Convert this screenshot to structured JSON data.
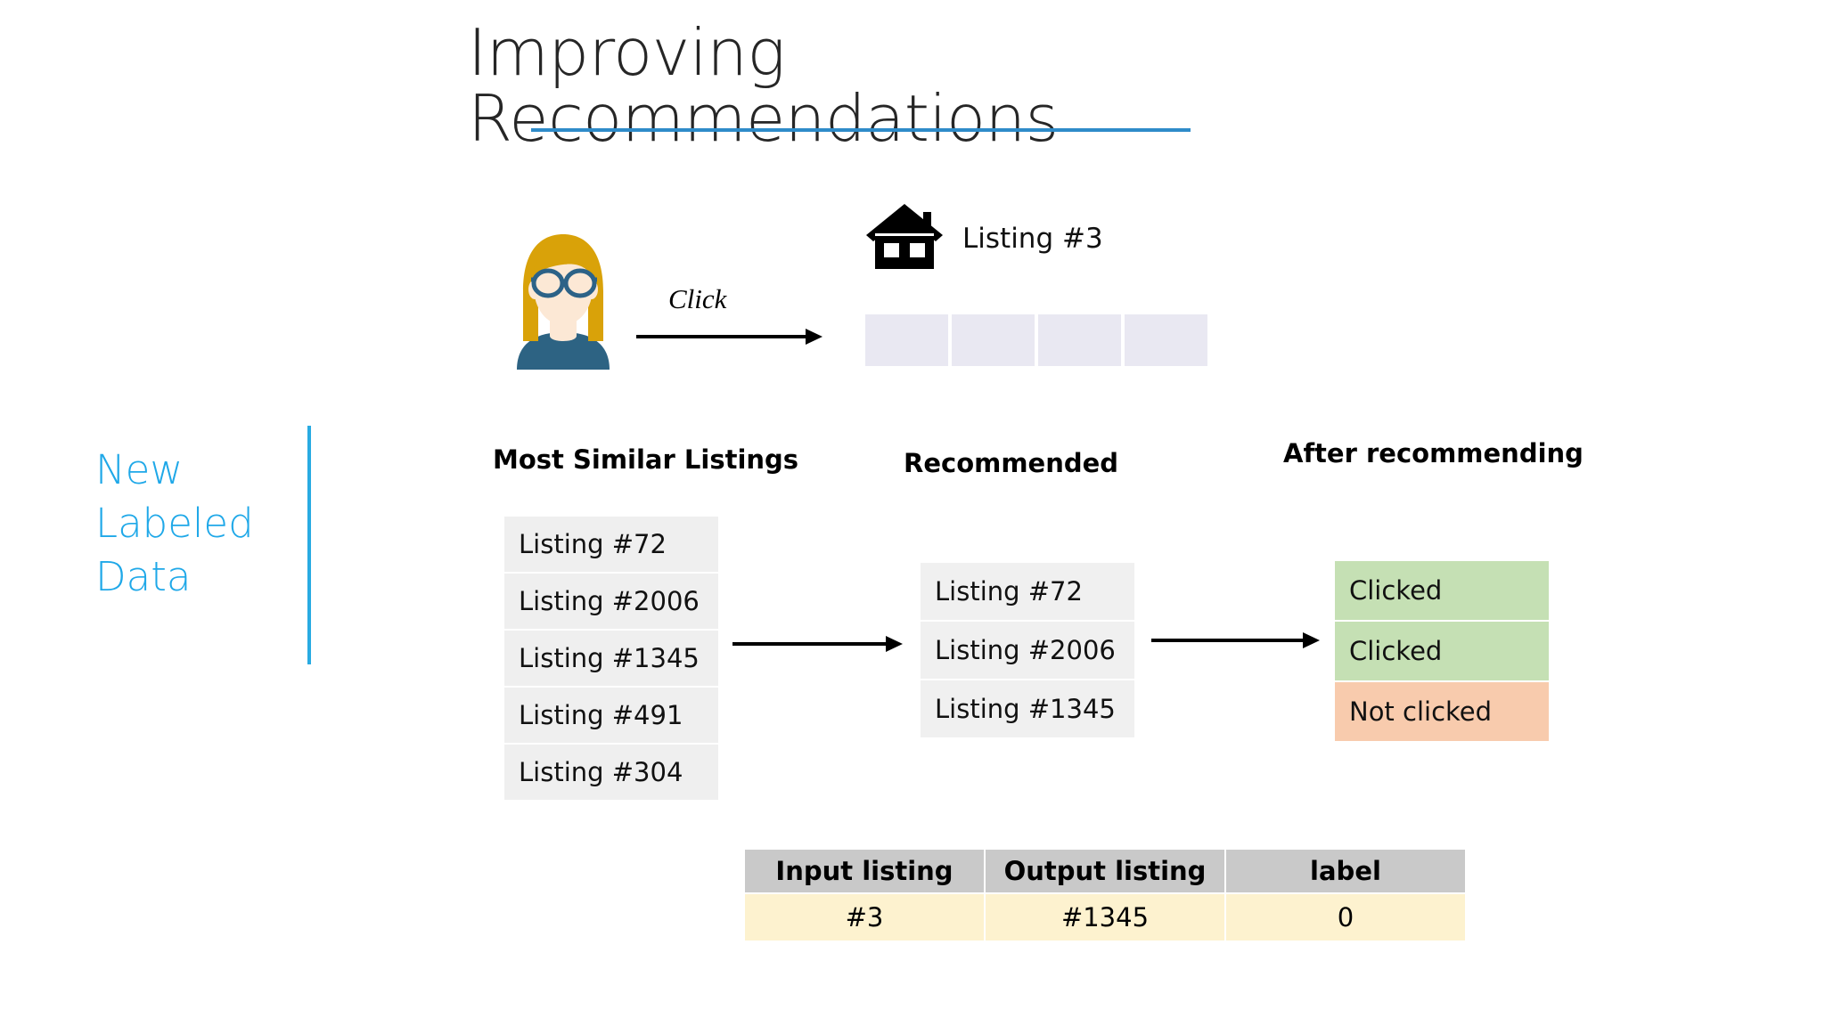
{
  "slide": {
    "title_lines": [
      "Improving",
      "Recommendations"
    ],
    "accent_blue": "#2e8bc9",
    "side_label": "New Labeled Data",
    "side_label_color": "#1fa8e8"
  },
  "scenario": {
    "click_label": "Click",
    "house_icon": "house-icon",
    "listing_label": "Listing #3",
    "empty_cells": [
      "",
      "",
      "",
      ""
    ],
    "avatar": {
      "icon": "user-avatar-woman",
      "hair_color": "#d9a209",
      "skin_color": "#fce8d5",
      "glasses_color": "#2c6287",
      "shirt_color": "#2d6383"
    }
  },
  "columns": {
    "similar": {
      "header": "Most Similar Listings",
      "items": [
        "Listing #72",
        "Listing #2006",
        "Listing #1345",
        "Listing #491",
        "Listing #304"
      ]
    },
    "recommended": {
      "header": "Recommended",
      "items": [
        "Listing #72",
        "Listing #2006",
        "Listing #1345"
      ]
    },
    "after": {
      "header": "After recommending",
      "items": [
        {
          "label": "Clicked",
          "color": "#c5e0b4"
        },
        {
          "label": "Clicked",
          "color": "#c5e0b4"
        },
        {
          "label": "Not clicked",
          "color": "#f8cbad"
        }
      ]
    }
  },
  "table": {
    "headers": [
      "Input listing",
      "Output listing",
      "label"
    ],
    "rows": [
      [
        "#3",
        "#1345",
        "0"
      ]
    ],
    "header_bg": "#c9c9c9",
    "row_bg": "#fdf2cf"
  }
}
